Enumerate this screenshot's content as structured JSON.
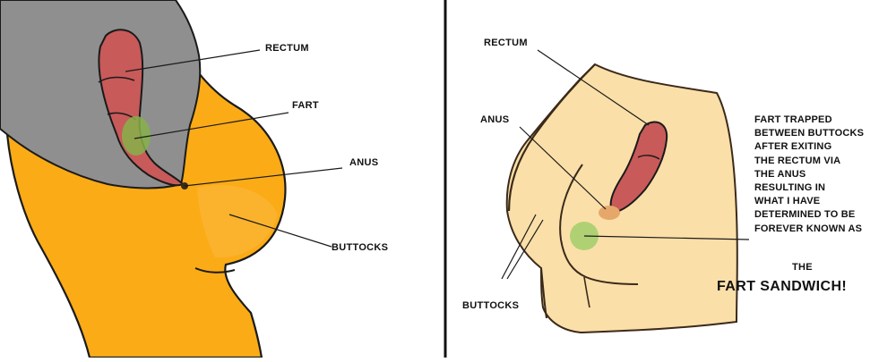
{
  "colors": {
    "left_buttocks": "#fbab16",
    "right_buttocks": "#fbdfa8",
    "gray_area": "#8f8f8f",
    "rectum": "#c85a5a",
    "fart_left": "#86b24a",
    "fart_right": "#a6cf6e",
    "anus_right": "#e6a86a",
    "outline": "#1a1a1a"
  },
  "left_panel": {
    "labels": {
      "rectum": "RECTUM",
      "fart": "FART",
      "anus": "ANUS",
      "buttocks": "BUTTOCKS"
    }
  },
  "right_panel": {
    "labels": {
      "rectum": "RECTUM",
      "anus": "ANUS",
      "buttocks": "BUTTOCKS"
    },
    "caption_lines": [
      "FART TRAPPED",
      "BETWEEN BUTTOCKS",
      "AFTER EXITING",
      "THE RECTUM VIA",
      "THE ANUS",
      "RESULTING IN",
      "WHAT I HAVE",
      "DETERMINED TO BE",
      "FOREVER KNOWN AS"
    ],
    "caption_the": "THE",
    "caption_title": "FART SANDWICH!"
  }
}
